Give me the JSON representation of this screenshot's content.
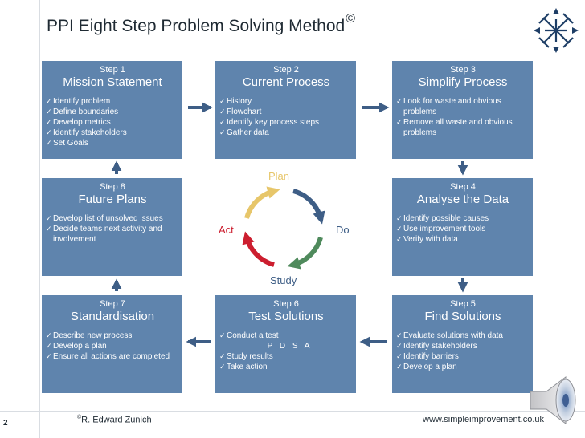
{
  "title": {
    "text": "PPI Eight Step Problem Solving Method",
    "mark": "©"
  },
  "steps": [
    {
      "step": "Step 1",
      "heading": "Mission Statement",
      "items": [
        "Identify problem",
        "Define boundaries",
        "Develop metrics",
        "Identify stakeholders",
        "Set Goals"
      ]
    },
    {
      "step": "Step 2",
      "heading": "Current Process",
      "items": [
        "History",
        "Flowchart",
        "Identify key process steps",
        "Gather data"
      ]
    },
    {
      "step": "Step 3",
      "heading": "Simplify Process",
      "items": [
        "Look for waste and obvious",
        "problems",
        "Remove all waste and obvious",
        "problems"
      ]
    },
    {
      "step": "Step 4",
      "heading": "Analyse the Data",
      "items": [
        "Identify possible causes",
        "Use improvement tools",
        "Verify with data"
      ]
    },
    {
      "step": "Step 5",
      "heading": "Find Solutions",
      "items": [
        "Evaluate solutions with data",
        "Identify stakeholders",
        "Identify barriers",
        "Develop a plan"
      ]
    },
    {
      "step": "Step 6",
      "heading": "Test Solutions",
      "items": [
        "Conduct a test",
        "P D S A",
        "Study results",
        "Take action"
      ]
    },
    {
      "step": "Step 7",
      "heading": "Standardisation",
      "items": [
        "Describe new process",
        "Develop a plan",
        "Ensure all actions are completed"
      ]
    },
    {
      "step": "Step 8",
      "heading": "Future Plans",
      "items": [
        "Develop list of unsolved issues",
        "Decide teams next activity and",
        "involvement"
      ]
    }
  ],
  "cycle": {
    "plan": "Plan",
    "do": "Do",
    "study": "Study",
    "act": "Act"
  },
  "footer": {
    "page": "2",
    "credit_mark": "©",
    "credit": "R. Edward Zunich",
    "site": "www.simpleimprovement.co.uk"
  },
  "colors": {
    "box": "#5f84ad",
    "arrow": "#3e5e86",
    "plan": "#e7c66a",
    "do": "#3e5e86",
    "study": "#4f8a5c",
    "act": "#cc1e2f"
  }
}
